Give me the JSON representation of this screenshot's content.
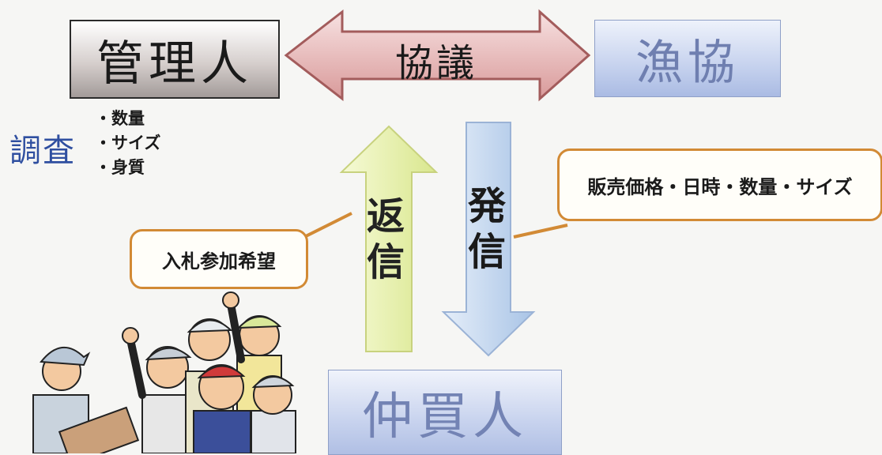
{
  "boxes": {
    "kanrinin": "管理人",
    "gyokyo": "漁協",
    "nakagainin": "仲買人"
  },
  "arrows": {
    "horizontal_label": "協議",
    "up_label": "返信",
    "down_label": "発信"
  },
  "survey": {
    "label": "調査",
    "items": [
      "・数量",
      "・サイズ",
      "・身質"
    ]
  },
  "callouts": {
    "left": "入札参加希望",
    "right": "販売価格・日時・数量・サイズ"
  },
  "colors": {
    "arrow_horizontal": "#e8b9b9",
    "arrow_up": "#e9f2b4",
    "arrow_down": "#c5d9ef",
    "callout_border": "#d28a35",
    "survey_text": "#2f4fa0"
  }
}
